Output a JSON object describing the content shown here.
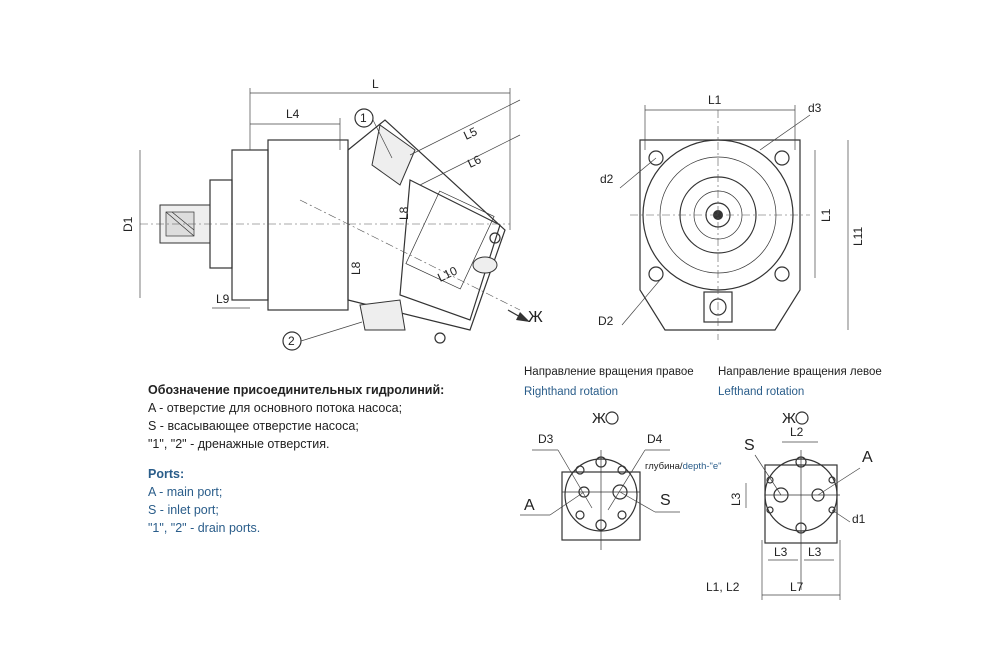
{
  "side_view": {
    "dims": {
      "L": "L",
      "L4": "L4",
      "L5": "L5",
      "L6": "L6",
      "L8a": "L8",
      "L8b": "L8",
      "L9": "L9",
      "L10": "L10",
      "D1": "D1"
    },
    "callouts": {
      "port1": "1",
      "port2": "2"
    },
    "view_arrow": "Ж"
  },
  "front_view": {
    "dims": {
      "L1_top": "L1",
      "L1_right": "L1",
      "L11": "L11",
      "d2": "d2",
      "d3": "d3",
      "D2": "D2"
    }
  },
  "notes": {
    "title_ru": "Обозначение присоединительных гидролиний:",
    "lines_ru": [
      "A - отверстие для основного потока насоса;",
      "S - всасывающее отверстие насоса;",
      "\"1\", \"2\" - дренажные отверстия."
    ],
    "title_en": "Ports:",
    "lines_en": [
      "A - main port;",
      "S - inlet port;",
      "\"1\", \"2\" - drain ports."
    ]
  },
  "right_rotation": {
    "title_ru": "Направление вращения правое",
    "title_en": "Righthand rotation",
    "view_symbol": "Ж",
    "labels": {
      "D3": "D3",
      "D4": "D4",
      "A": "A",
      "S": "S",
      "depth_ru": "глубина/",
      "depth_en": "depth-\"e\""
    }
  },
  "left_rotation": {
    "title_ru": "Направление вращения левое",
    "title_en": "Lefthand rotation",
    "view_symbol": "Ж",
    "labels": {
      "L2": "L2",
      "S": "S",
      "A": "A",
      "L3": "L3",
      "d1": "d1",
      "L3a": "L3",
      "L3b": "L3",
      "L7": "L7",
      "L1L2": "L1, L2"
    }
  }
}
